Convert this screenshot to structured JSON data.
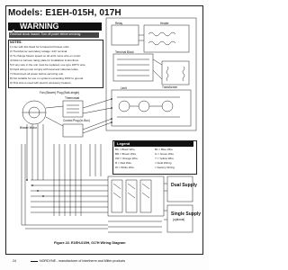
{
  "title": "Models: E1EH-015H, 017H",
  "warning": {
    "word": "WARNING",
    "subtitle": "Electrical shock hazard. Turn off power before servicing."
  },
  "notes": {
    "heading": "NOTES:",
    "items": [
      "1) Use with kits listed for furnace/coil blower units.",
      "2) Transformer secondary voltage: 24V nominal.",
      "3) To change blower speed on all units move wire on motor.",
      "4) Refer to furnace rating plate for installation instructions.",
      "5) If any wire in the unit must be replaced, use type 105°C wire.",
      "6) Field wiring must comply with local and national codes.",
      "7) Disconnect all power before servicing unit.",
      "8) Not suitable for use on systems exceeding 150V to ground.",
      "9) This wire is used with electric accessory heaters."
    ]
  },
  "labels": {
    "fan": "Fan (Blower) Plug (Bulk-single)",
    "thermostat": "Thermostat",
    "control_plug": "Control Plug (In‑Box)",
    "terminal_block": "Terminal Block",
    "transformer": "Transformer",
    "heater": "Heater",
    "relay": "Relay",
    "limit": "Limit",
    "blower_motor": "Blower Motor",
    "dual_supply": "Dual Supply",
    "single_supply": "Single Supply",
    "single_supply_sub": "(optional)"
  },
  "legend": {
    "heading": "Legend",
    "items_left": [
      "BK = Black Wire",
      "BR = Brown Wire",
      "OR = Orange Wire",
      "R = Red Wire",
      "W = White Wire"
    ],
    "items_right": [
      "BL = Blue Wire",
      "G = Green Wire",
      "Y = Yellow Wire",
      "= Field Wiring",
      "= Factory Wiring"
    ]
  },
  "caption": "Figure 22. E1EH-015H, 017H Wiring Diagram",
  "footer": {
    "page": "24",
    "text": "NORDYNE - manufacturer of Intertherm and Miller products"
  },
  "colors": {
    "ink": "#111111",
    "paper": "#ffffff"
  }
}
